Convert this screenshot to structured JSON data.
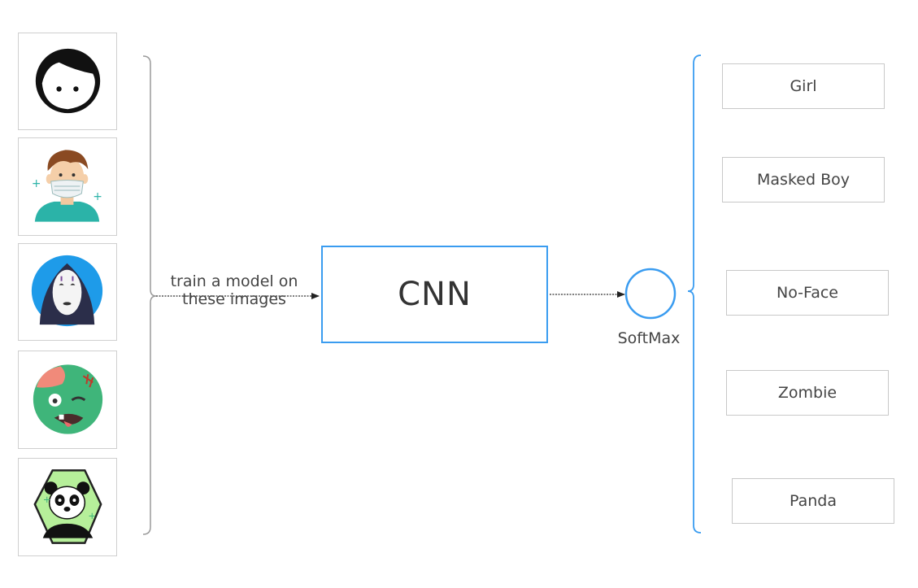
{
  "inputs": [
    {
      "icon": "girl-face-icon"
    },
    {
      "icon": "masked-boy-icon"
    },
    {
      "icon": "no-face-icon"
    },
    {
      "icon": "zombie-icon"
    },
    {
      "icon": "panda-icon"
    }
  ],
  "edge_label": {
    "line1": "train a model on",
    "line2": "these images"
  },
  "model": {
    "label": "CNN"
  },
  "activation": {
    "label": "SoftMax"
  },
  "classes": [
    "Girl",
    "Masked Boy",
    "No-Face",
    "Zombie",
    "Panda"
  ],
  "colors": {
    "accent": "#3a9cf0",
    "box_border": "#c8c8c8",
    "text": "#444444"
  }
}
